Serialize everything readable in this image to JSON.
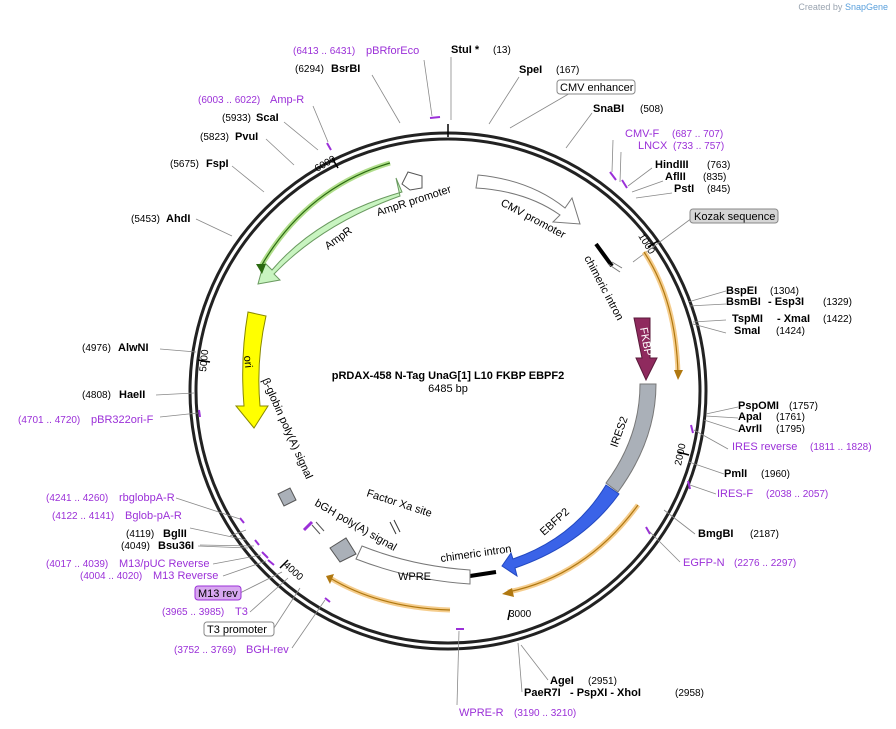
{
  "brand": {
    "prefix": "Created by",
    "name": "SnapGene"
  },
  "title": {
    "name": "pRDAX-458    N-Tag UnaG[1] L10 FKBP EBPF2",
    "size": "6485 bp"
  },
  "colors": {
    "primer": "#9b30d8",
    "fkbp": "#8f2a5e",
    "ebfp2": "#3a63e8",
    "ires": "#aab0b8",
    "ampr": "#c8f4c0",
    "ori": "#ffff00",
    "highlight": "#f2c070"
  },
  "ticks": [
    "1000",
    "2000",
    "3000",
    "4000",
    "5000",
    "6000"
  ],
  "enzymes": [
    {
      "name": "StuI *",
      "pos": "(13)"
    },
    {
      "name": "SpeI",
      "pos": "(167)"
    },
    {
      "name": "SnaBI",
      "pos": "(508)"
    },
    {
      "name": "HindIII",
      "pos": "(763)"
    },
    {
      "name": "AflII",
      "pos": "(835)"
    },
    {
      "name": "PstI",
      "pos": "(845)"
    },
    {
      "name": "BspEI",
      "pos": "(1304)"
    },
    {
      "name": "BsmBI",
      "extra": "- Esp3I",
      "pos": "(1329)"
    },
    {
      "name": "TspMI",
      "extra": "- XmaI",
      "pos": "(1422)"
    },
    {
      "name": "SmaI",
      "pos": "(1424)"
    },
    {
      "name": "PspOMI",
      "pos": "(1757)"
    },
    {
      "name": "ApaI",
      "pos": "(1761)"
    },
    {
      "name": "AvrII",
      "pos": "(1795)"
    },
    {
      "name": "PmlI",
      "pos": "(1960)"
    },
    {
      "name": "BmgBI",
      "pos": "(2187)"
    },
    {
      "name": "AgeI",
      "pos": "(2951)"
    },
    {
      "name": "PaeR7I",
      "extra": "- PspXI  - XhoI",
      "pos": "(2958)"
    },
    {
      "name": "BsrBI",
      "pos": "(6294)"
    },
    {
      "name": "ScaI",
      "pos": "(5933)"
    },
    {
      "name": "PvuI",
      "pos": "(5823)"
    },
    {
      "name": "FspI",
      "pos": "(5675)"
    },
    {
      "name": "AhdI",
      "pos": "(5453)"
    },
    {
      "name": "AlwNI",
      "pos": "(4976)"
    },
    {
      "name": "HaeII",
      "pos": "(4808)"
    },
    {
      "name": "BglII",
      "pos": "(4119)"
    },
    {
      "name": "Bsu36I",
      "pos": "(4049)"
    }
  ],
  "primers": [
    {
      "name": "pBRforEco",
      "pos": "(6413 .. 6431)"
    },
    {
      "name": "Amp-R",
      "pos": "(6003 .. 6022)"
    },
    {
      "name": "CMV-F",
      "pos": "(687 .. 707)"
    },
    {
      "name": "LNCX",
      "pos": "(733 .. 757)"
    },
    {
      "name": "IRES reverse",
      "pos": "(1811 .. 1828)"
    },
    {
      "name": "IRES-F",
      "pos": "(2038 .. 2057)"
    },
    {
      "name": "EGFP-N",
      "pos": "(2276 .. 2297)"
    },
    {
      "name": "WPRE-R",
      "pos": "(3190 .. 3210)"
    },
    {
      "name": "pBR322ori-F",
      "pos": "(4701 .. 4720)"
    },
    {
      "name": "rbglobpA-R",
      "pos": "(4241 .. 4260)"
    },
    {
      "name": "Bglob-pA-R",
      "pos": "(4122 .. 4141)"
    },
    {
      "name": "M13/pUC Reverse",
      "pos": "(4017 .. 4039)"
    },
    {
      "name": "M13 Reverse",
      "pos": "(4004 .. 4020)"
    },
    {
      "name": "T3",
      "pos": "(3965 .. 3985)"
    },
    {
      "name": "BGH-rev",
      "pos": "(3752 .. 3769)"
    }
  ],
  "boxed": {
    "cmv_enhancer": "CMV enhancer",
    "kozak": "Kozak sequence",
    "m13rev": "M13 rev",
    "t3promoter": "T3 promoter"
  },
  "features": {
    "cmv_promoter": "CMV promoter",
    "chimeric_intron_1": "chimeric intron",
    "fkbp": "FKBP",
    "ires2": "IRES2",
    "ebfp2": "EBFP2",
    "chimeric_intron_2": "chimeric intron",
    "wpre": "WPRE",
    "factor_xa": "Factor Xa site",
    "bgh": "bGH poly(A) signal",
    "bglobin": "β-globin poly(A) signal",
    "ori": "ori",
    "ampr": "AmpR",
    "ampr_promoter": "AmpR promoter"
  }
}
